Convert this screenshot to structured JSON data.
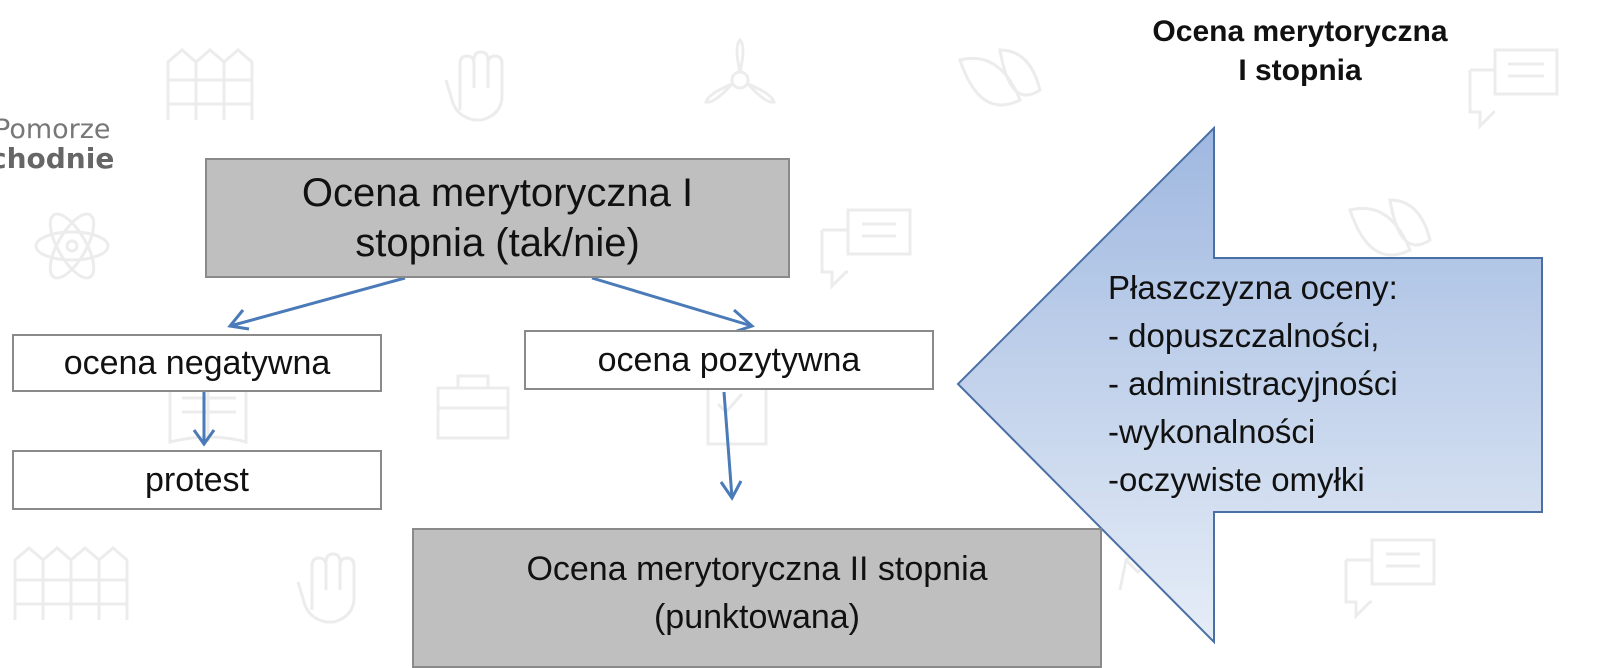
{
  "logo": {
    "line1": "Pomorze",
    "line2": "chodnie"
  },
  "title": [
    "Ocena merytoryczna",
    "I stopnia"
  ],
  "boxes": {
    "main": [
      "Ocena merytoryczna I",
      "stopnia  (tak/nie)"
    ],
    "negative": "ocena negatywna",
    "positive": "ocena pozytywna",
    "protest": "protest",
    "second": [
      "Ocena merytoryczna II stopnia",
      "(punktowana)"
    ]
  },
  "callout": {
    "lines": [
      "Płaszczyzna oceny:",
      "- dopuszczalności,",
      "- administracyjności",
      "-wykonalności",
      "-oczywiste omyłki"
    ]
  },
  "colors": {
    "box_gray": "#bfbfbf",
    "arrow": "#4a7ab8",
    "callout_fill_top": "#9fb8e0",
    "callout_fill_bottom": "#e6edf7",
    "callout_border": "#4a6fa5"
  }
}
